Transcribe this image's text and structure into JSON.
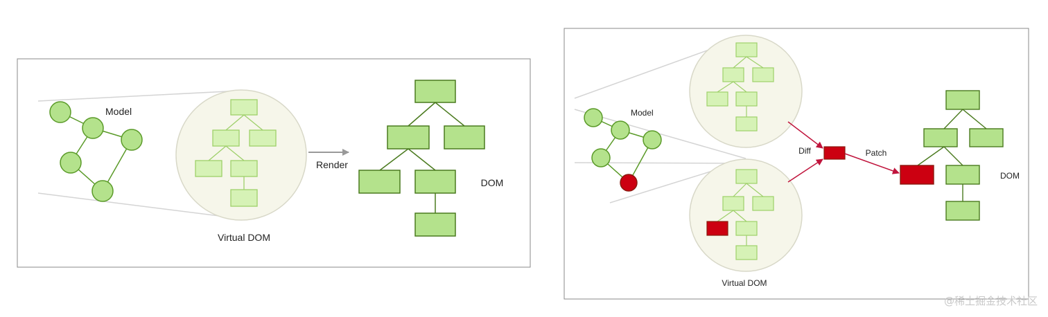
{
  "left_panel": {
    "model_label": "Model",
    "render_label": "Render",
    "dom_label": "DOM",
    "vdom_label": "Virtual DOM"
  },
  "right_panel": {
    "model_label": "Model",
    "diff_label": "Diff",
    "patch_label": "Patch",
    "dom_label": "DOM",
    "vdom_label": "Virtual DOM"
  },
  "watermark": {
    "text": "@稀土掘金技术社区"
  },
  "colors": {
    "node_fill": "#b4e28c",
    "node_stroke": "#5a9a28",
    "vdom_box_fill": "#d6f2b6",
    "vdom_box_stroke": "#9ed06a",
    "circle_bg": "#f6f6ea",
    "changed_fill": "#cc0011",
    "changed_stroke": "#8a1a10",
    "arrow_red": "#c0143c",
    "arrow_gray": "#999999",
    "frame": "#8a8a8a"
  }
}
